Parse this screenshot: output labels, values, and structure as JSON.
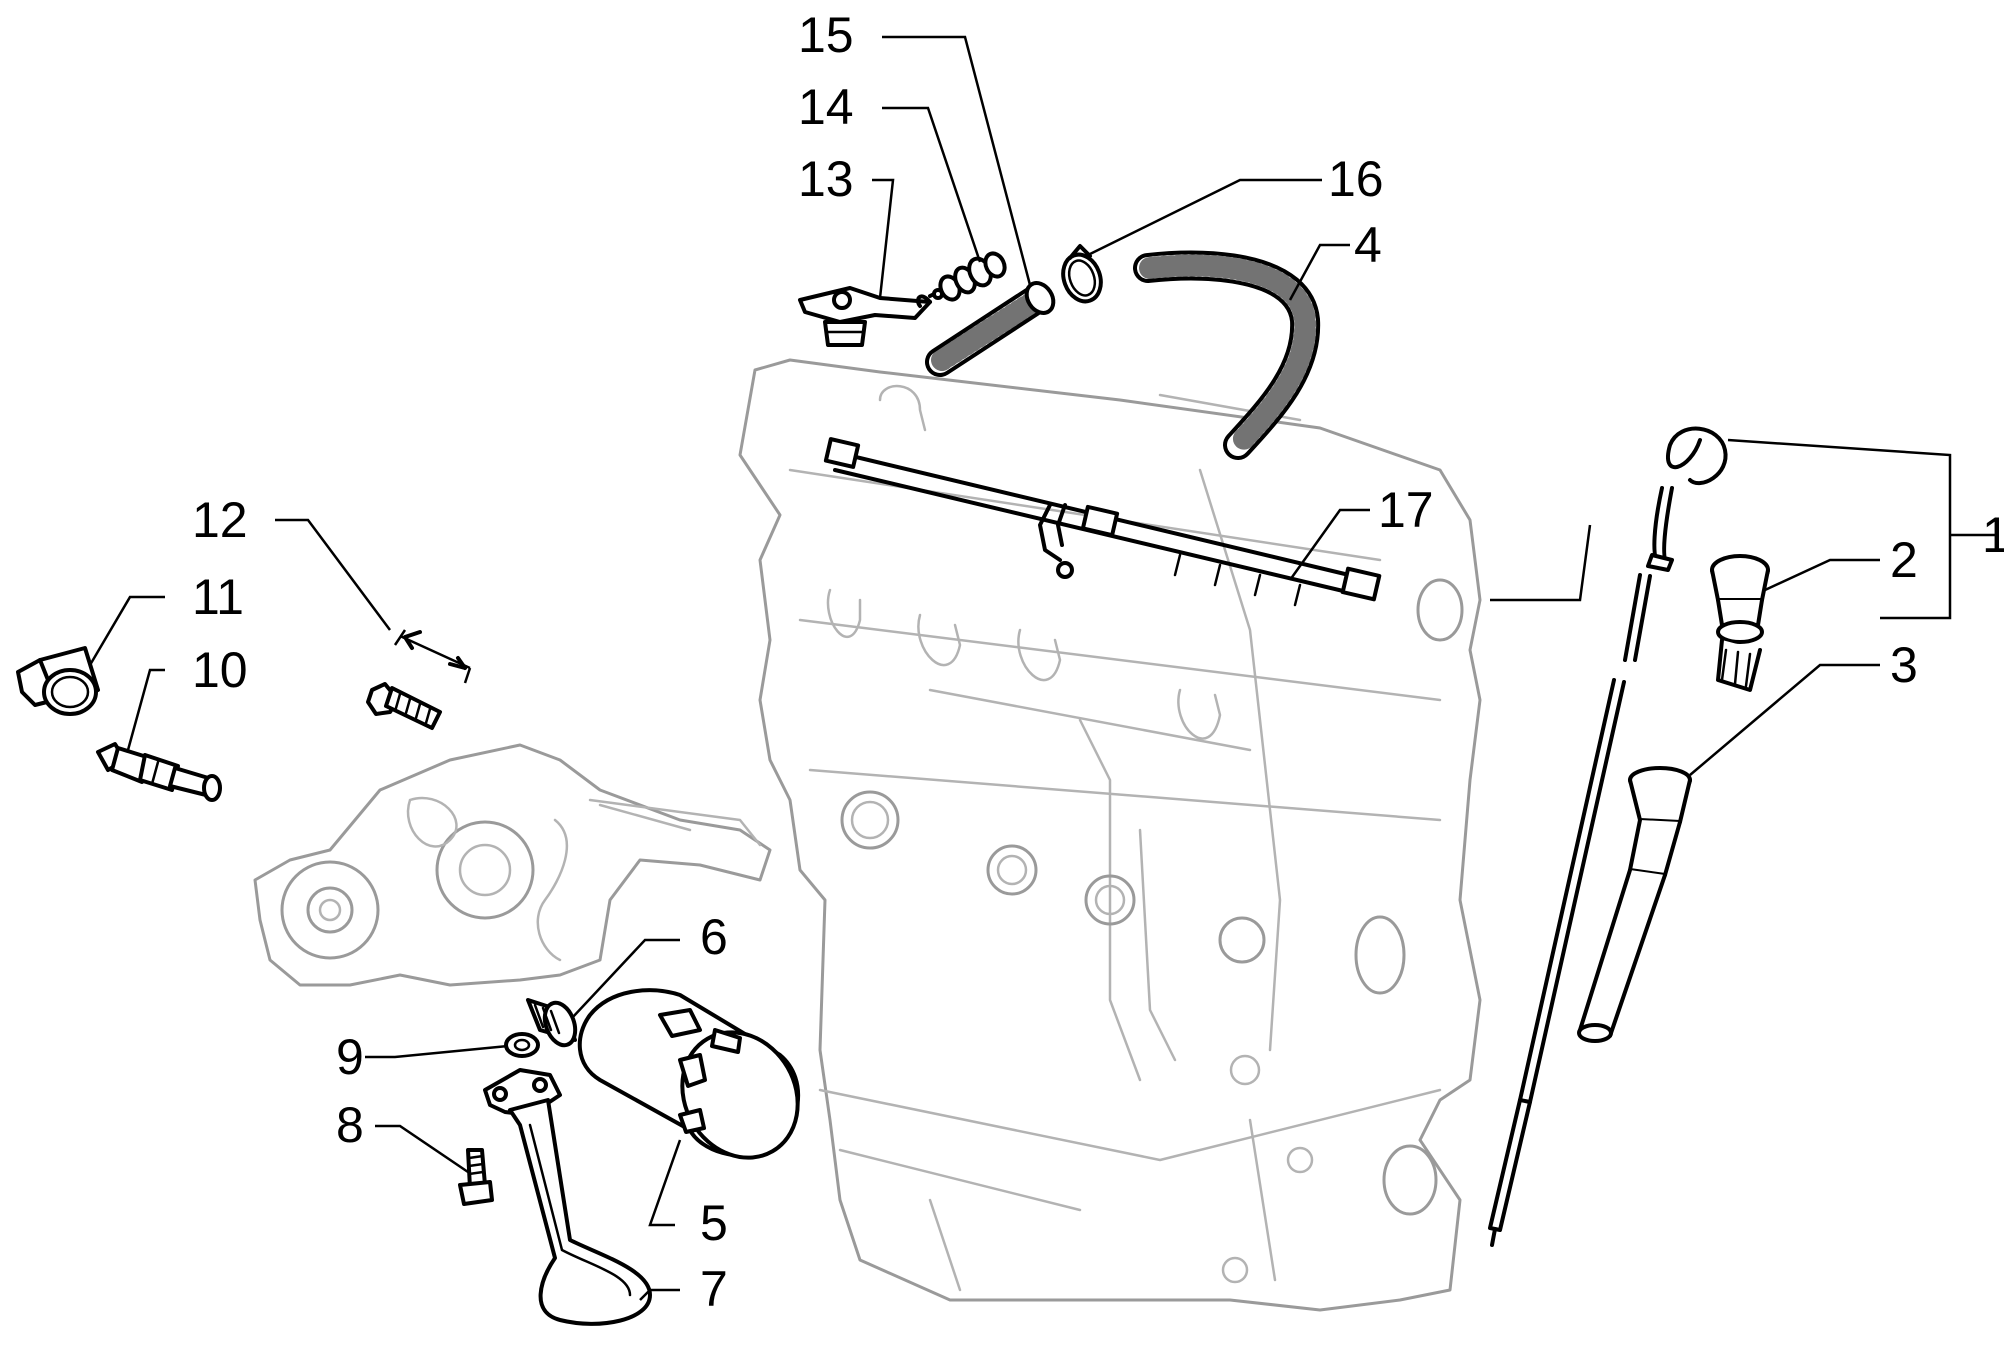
{
  "callouts": [
    {
      "id": "1",
      "label": "1"
    },
    {
      "id": "2",
      "label": "2"
    },
    {
      "id": "3",
      "label": "3"
    },
    {
      "id": "4",
      "label": "4"
    },
    {
      "id": "5",
      "label": "5"
    },
    {
      "id": "6",
      "label": "6"
    },
    {
      "id": "7",
      "label": "7"
    },
    {
      "id": "8",
      "label": "8"
    },
    {
      "id": "9",
      "label": "9"
    },
    {
      "id": "10",
      "label": "10"
    },
    {
      "id": "11",
      "label": "11"
    },
    {
      "id": "12",
      "label": "12"
    },
    {
      "id": "13",
      "label": "13"
    },
    {
      "id": "14",
      "label": "14"
    },
    {
      "id": "15",
      "label": "15"
    },
    {
      "id": "16",
      "label": "16"
    },
    {
      "id": "17",
      "label": "17"
    }
  ]
}
